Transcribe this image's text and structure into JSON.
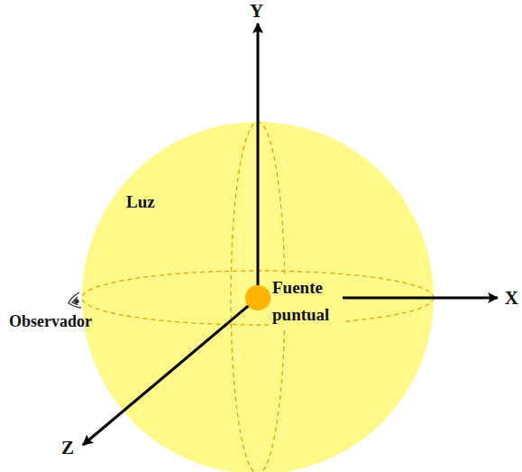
{
  "diagram": {
    "labels": [
      "Y",
      "X",
      "Z",
      "Luz",
      "Fuente puntual",
      "Observador"
    ]
  }
}
